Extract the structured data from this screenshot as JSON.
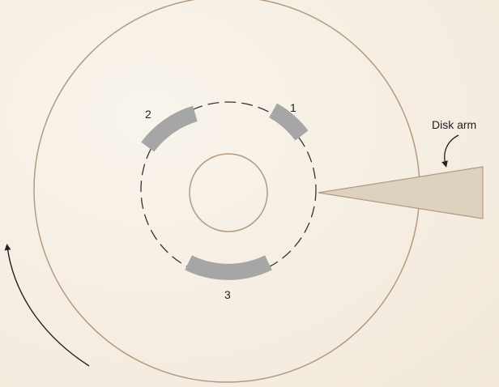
{
  "diagram": {
    "sectors": [
      {
        "label": "1"
      },
      {
        "label": "2"
      },
      {
        "label": "3"
      }
    ],
    "disk_arm_label": "Disk arm",
    "colors": {
      "platter_stroke": "#b49a80",
      "sector_fill": "#a6a6a6",
      "track_stroke": "#333333",
      "arm_fill": "#ddd1c0",
      "arm_stroke": "#b49a80",
      "arrow": "#222222"
    }
  }
}
